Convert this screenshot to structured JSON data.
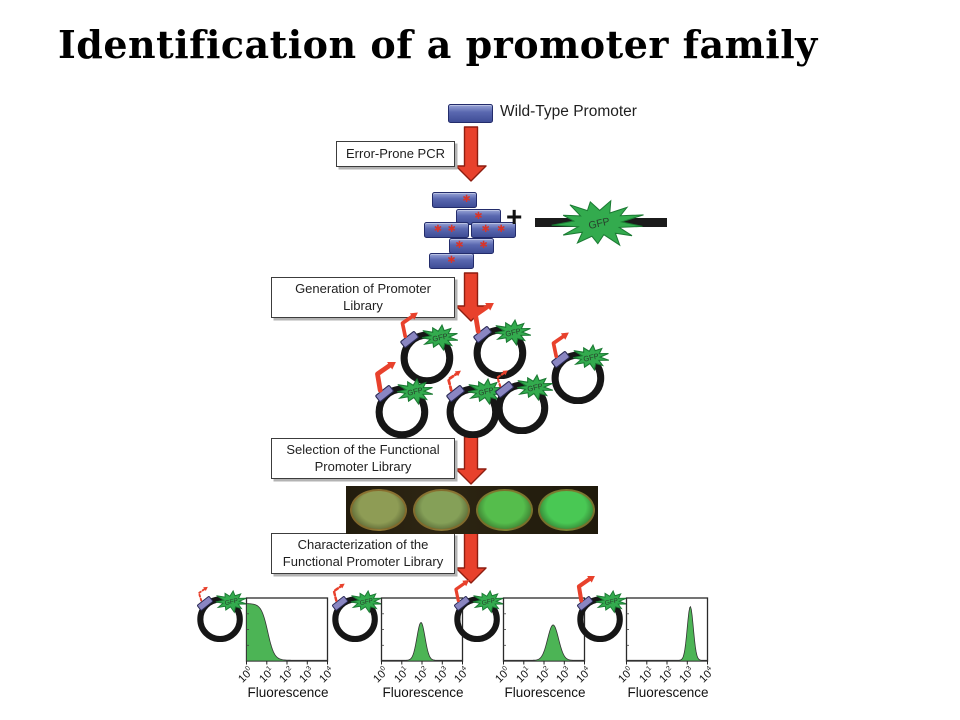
{
  "title": "Identification of a promoter family",
  "diagram": {
    "wild_type_label": "Wild-Type Promoter",
    "plus_sign": "+",
    "gfp_label": "GFP",
    "mutation_mark": "✱",
    "steps": [
      {
        "name": "error-prone-pcr",
        "lines": [
          "Error-Prone PCR"
        ]
      },
      {
        "name": "generation-of-promoter-library",
        "lines": [
          "Generation of Promoter",
          "Library"
        ]
      },
      {
        "name": "selection-of-functional-promoter-library",
        "lines": [
          "Selection of the Functional",
          "Promoter Library"
        ]
      },
      {
        "name": "characterization-of-functional-promoter-library",
        "lines": [
          "Characterization of the",
          "Functional Promoter Library"
        ]
      }
    ],
    "mutant_promoters": [
      {
        "marks": [
          0.78
        ]
      },
      {
        "marks": [
          0.5
        ]
      },
      {
        "marks": [
          0.3,
          0.62
        ]
      },
      {
        "marks": [
          0.32,
          0.68
        ]
      },
      {
        "marks": [
          0.22,
          0.78
        ]
      },
      {
        "marks": [
          0.5
        ]
      }
    ],
    "library_plasmids": [
      {
        "promoter_strength": "medium"
      },
      {
        "promoter_strength": "strong"
      },
      {
        "promoter_strength": "medium"
      },
      {
        "promoter_strength": "strong"
      },
      {
        "promoter_strength": "weak"
      },
      {
        "promoter_strength": "very-weak"
      }
    ],
    "colors": {
      "arrow_red": "#e8412c",
      "arrow_red_dark": "#8e1d10",
      "promoter_blue": "#5562a9",
      "promoter_blue_light": "#97a3d6",
      "gfp_green": "#33ab4e",
      "gfp_green_dark": "#1b7a33",
      "histogram_fill": "#4cb455",
      "plasmid_black": "#161616"
    }
  },
  "photo": {
    "well_colors": [
      "#8e9c55",
      "#85a058",
      "#55bd4c",
      "#49c854"
    ]
  },
  "chart_data": [
    {
      "type": "area",
      "xlabel": "Fluorescence",
      "x_scale": "log10",
      "x_tick_base": "10",
      "x_tick_exponents": [
        0,
        1,
        2,
        3,
        4
      ],
      "xlim_exponents": [
        0,
        4
      ],
      "plasmid_promoter_strength": "very-weak",
      "peak": {
        "shape": "edge",
        "plateau_height": 0.93,
        "drop_center": 1.05,
        "drop_width": 0.16
      }
    },
    {
      "type": "area",
      "xlabel": "Fluorescence",
      "x_scale": "log10",
      "x_tick_base": "10",
      "x_tick_exponents": [
        0,
        1,
        2,
        3,
        4
      ],
      "xlim_exponents": [
        0,
        4
      ],
      "plasmid_promoter_strength": "weak",
      "peak": {
        "shape": "gaussian",
        "center": 1.95,
        "sigma": 0.2,
        "height": 0.62
      }
    },
    {
      "type": "area",
      "xlabel": "Fluorescence",
      "x_scale": "log10",
      "x_tick_base": "10",
      "x_tick_exponents": [
        0,
        1,
        2,
        3,
        4
      ],
      "xlim_exponents": [
        0,
        4
      ],
      "plasmid_promoter_strength": "medium",
      "peak": {
        "shape": "gaussian",
        "center": 2.45,
        "sigma": 0.27,
        "height": 0.58
      }
    },
    {
      "type": "area",
      "xlabel": "Fluorescence",
      "x_scale": "log10",
      "x_tick_base": "10",
      "x_tick_exponents": [
        0,
        1,
        2,
        3,
        4
      ],
      "xlim_exponents": [
        0,
        4
      ],
      "plasmid_promoter_strength": "strong",
      "peak": {
        "shape": "gaussian",
        "center": 3.15,
        "sigma": 0.15,
        "height": 0.88
      }
    }
  ]
}
